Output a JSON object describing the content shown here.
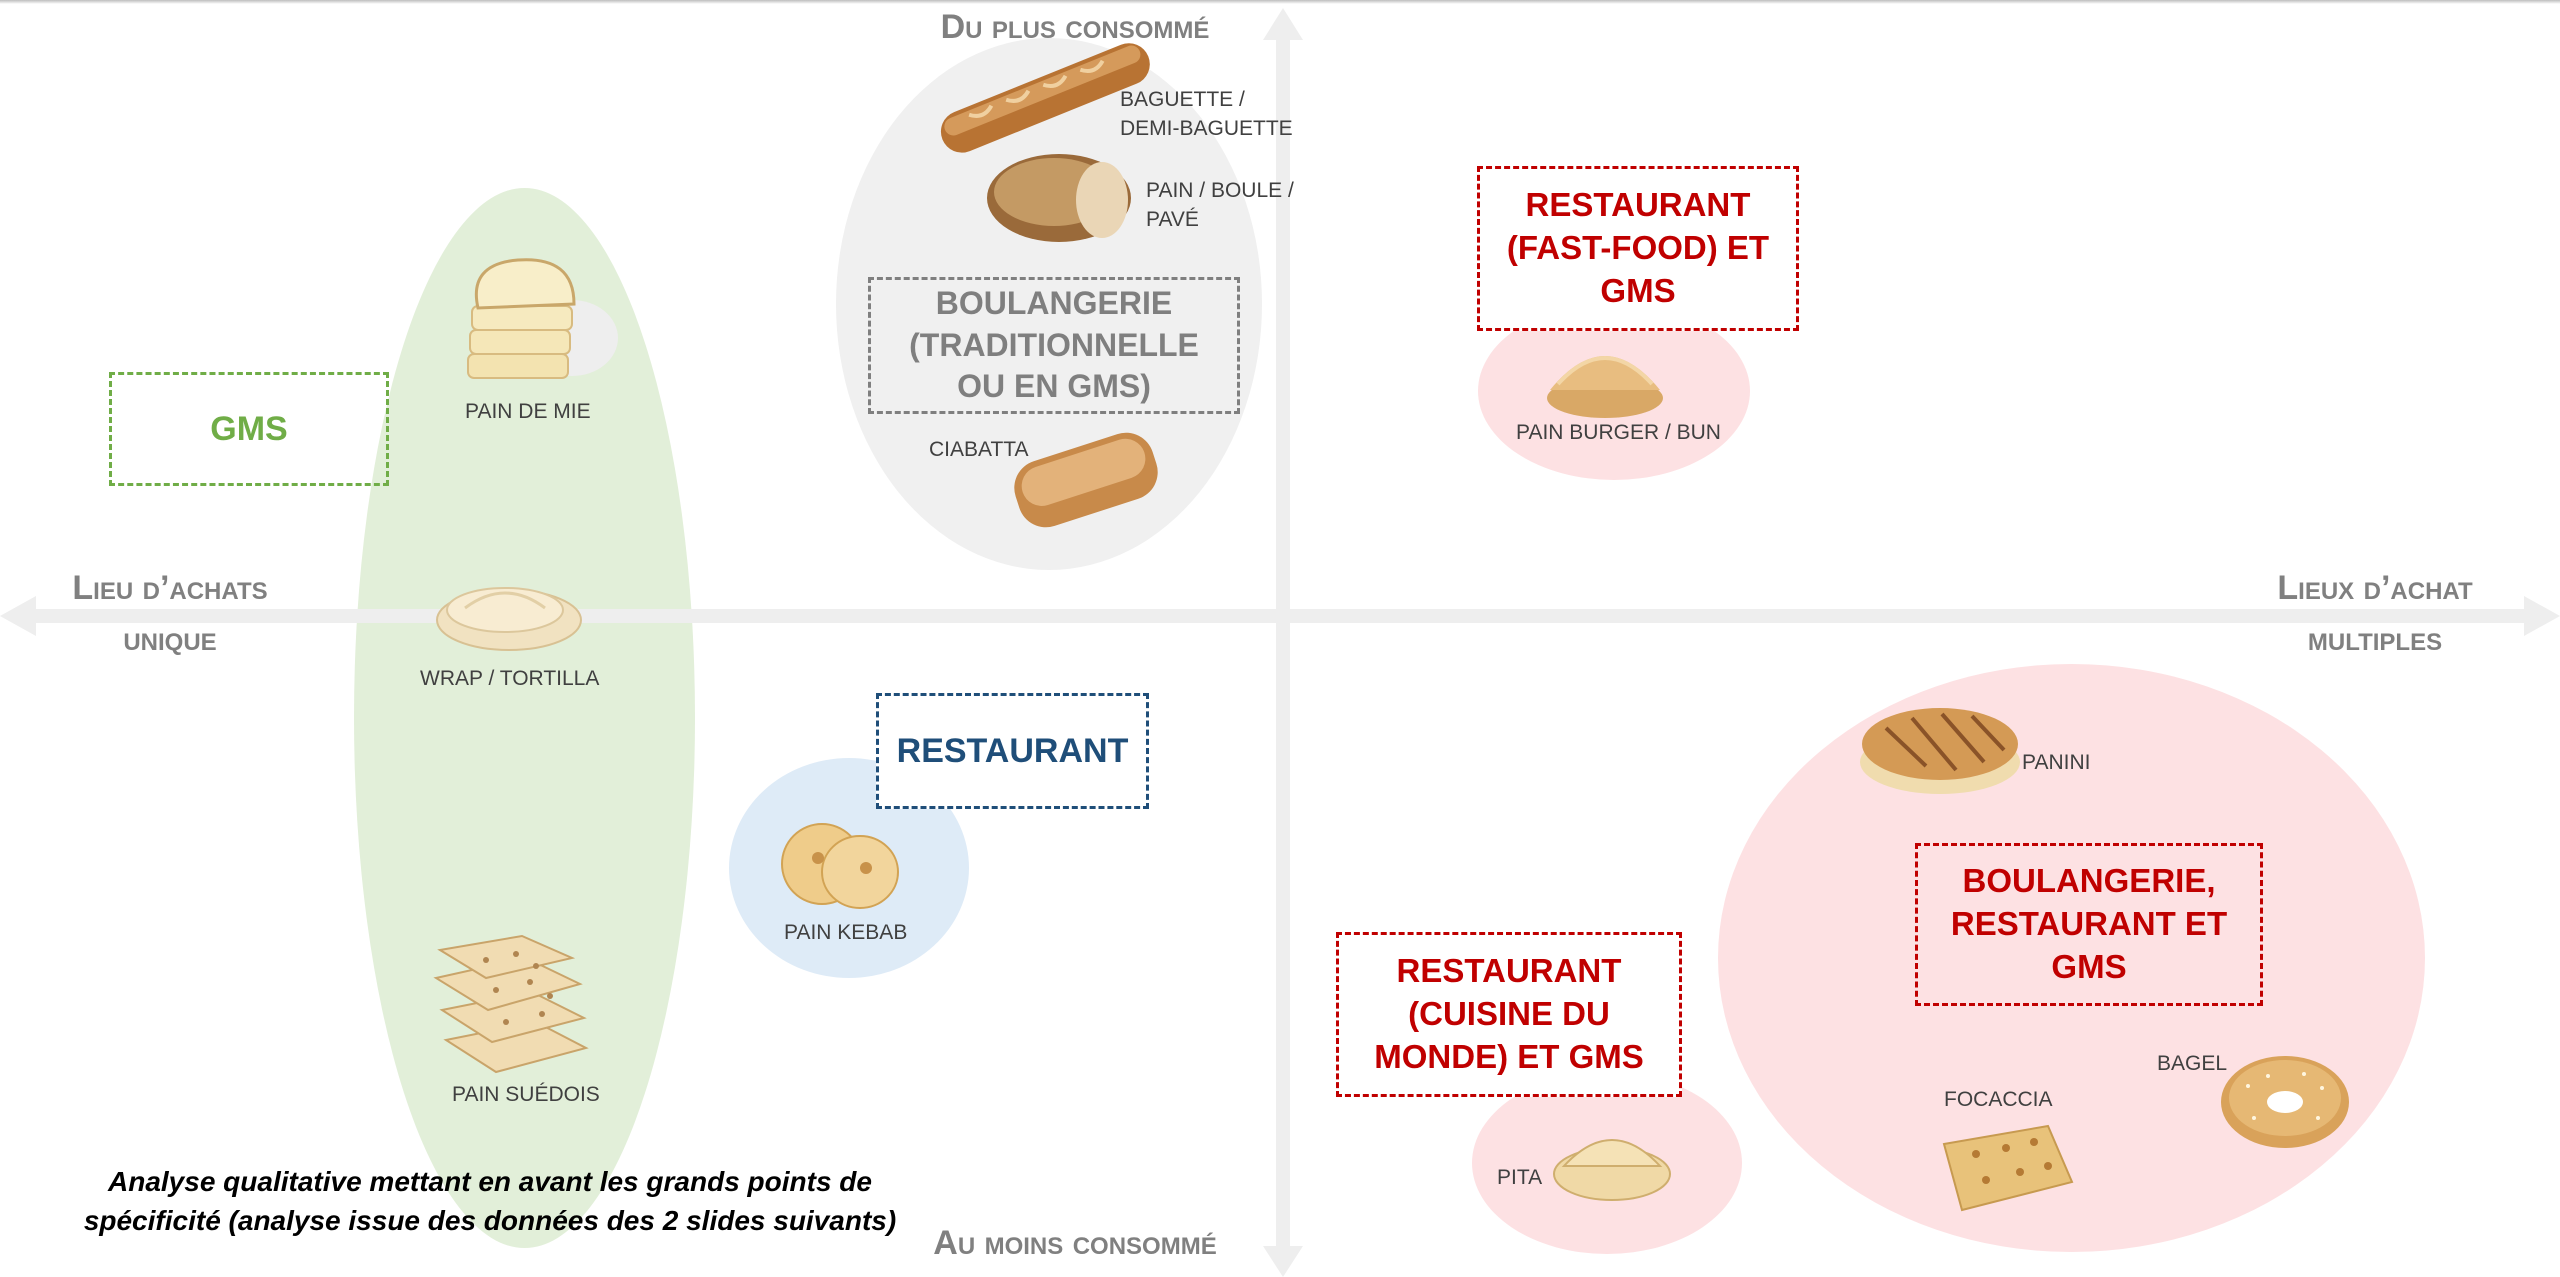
{
  "axes": {
    "top": "Du plus consommé",
    "bottom": "Au moins consommé",
    "left": "Lieu d’achats\nunique",
    "right": "Lieux d’achat\nmultiples"
  },
  "channels": {
    "gms": "GMS",
    "boulangerie": "BOULANGERIE\n(TRADITIONNELLE\nOU EN GMS)",
    "fastfood": "RESTAURANT\n(FAST-FOOD) ET\nGMS",
    "restaurant": "RESTAURANT",
    "cuisine_monde": "RESTAURANT\n(CUISINE DU\nMONDE) ET GMS",
    "boulangerie_resto": "BOULANGERIE,\nRESTAURANT ET\nGMS"
  },
  "breads": {
    "baguette": "BAGUETTE /\nDEMI-BAGUETTE",
    "pain_boule": "PAIN / BOULE /\nPAVÉ",
    "ciabatta": "CIABATTA",
    "pain_de_mie": "PAIN DE MIE",
    "wrap": "WRAP / TORTILLA",
    "suedois": "PAIN SUÉDOIS",
    "burger": "PAIN BURGER / BUN",
    "kebab": "PAIN KEBAB",
    "panini": "PANINI",
    "focaccia": "FOCACCIA",
    "bagel": "BAGEL",
    "pita": "PITA"
  },
  "caption": "Analyse qualitative mettant en avant les grands points de\nspécificité (analyse issue des données des 2 slides suivants)",
  "colors": {
    "green_group": "#e2efd9",
    "grey_group": "#f0f0f0",
    "pink_group": "#fde1e3",
    "blue_group": "#deebf7",
    "gms_green": "#70ad47",
    "grey_box": "#7f7f7f",
    "red_box": "#c00000",
    "blue_box": "#1f4e79"
  }
}
